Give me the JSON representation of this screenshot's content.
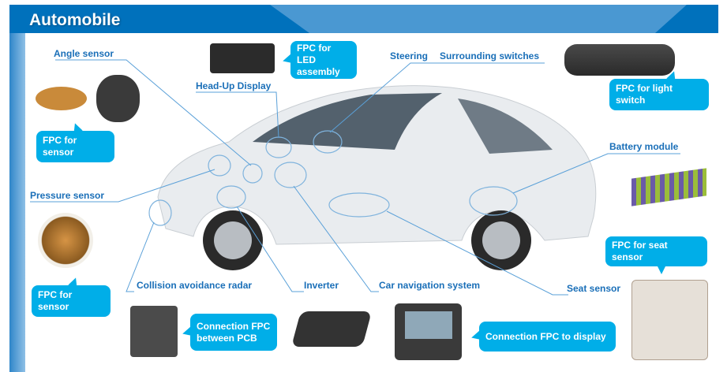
{
  "header": {
    "title": "Automobile"
  },
  "labels": {
    "angle_sensor": "Angle sensor",
    "head_up_display": "Head-Up Display",
    "steering": "Steering",
    "surrounding_switches": "Surrounding switches",
    "battery_module": "Battery module",
    "pressure_sensor": "Pressure sensor",
    "collision_radar": "Collision avoidance radar",
    "inverter": "Inverter",
    "car_navigation": "Car navigation system",
    "seat_sensor": "Seat sensor"
  },
  "callouts": {
    "led_assembly": "FPC for LED assembly",
    "light_switch": "FPC for light switch",
    "sensor_top": "FPC for sensor",
    "sensor_bottom": "FPC for sensor",
    "seat_sensor": "FPC for seat sensor",
    "between_pcb": "Connection FPC between PCB",
    "to_display": "Connection FPC to display"
  },
  "colors": {
    "header_dark": "#0071bc",
    "header_light": "#4a98d2",
    "callout": "#00aee8",
    "label": "#1a6fb8"
  }
}
